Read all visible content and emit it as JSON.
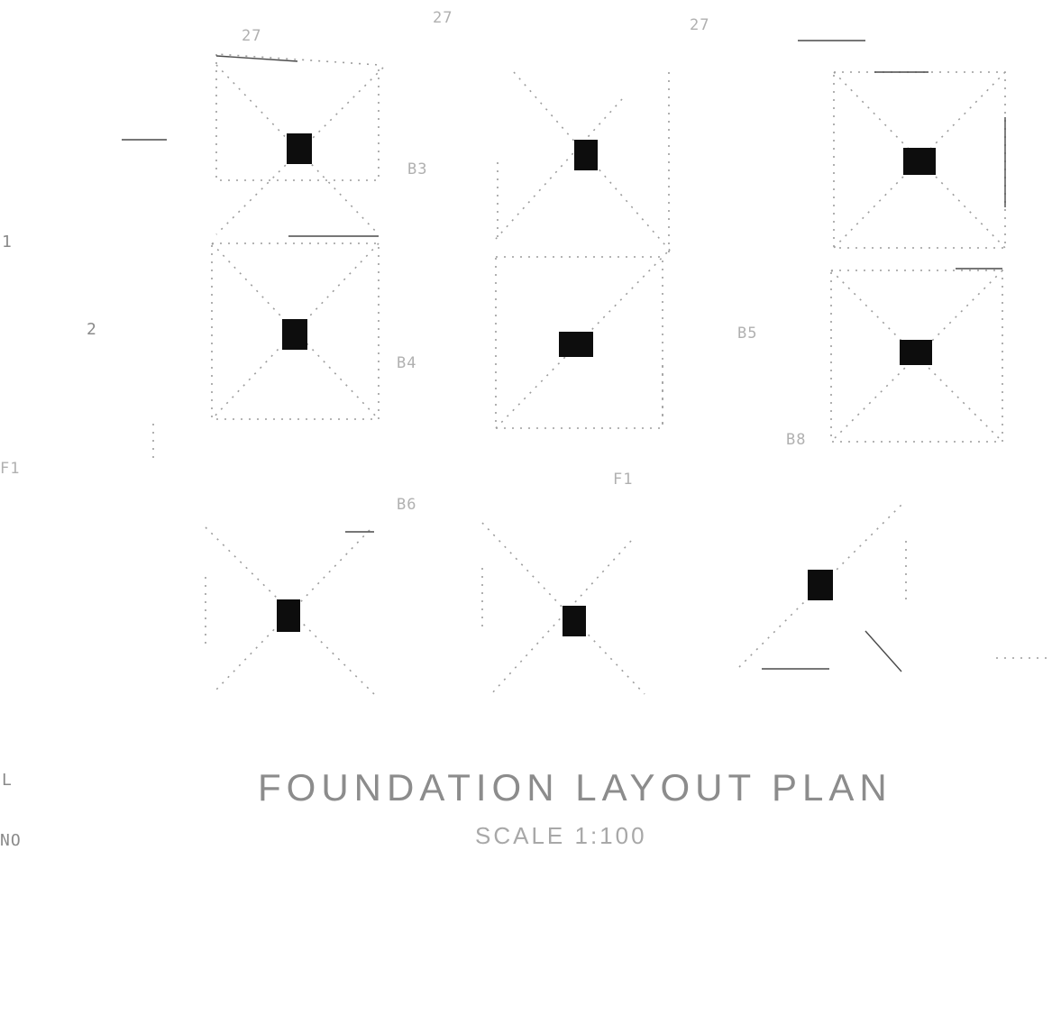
{
  "drawing": {
    "title": "FOUNDATION LAYOUT PLAN",
    "scale": "SCALE 1:100"
  },
  "labels": {
    "dim_top_1": "27",
    "dim_top_2": "27",
    "dim_top_3": "27",
    "tag_r1c2": "B3",
    "tag_r2c2": "B4",
    "tag_r2c3": "B5",
    "tag_r3c2": "B6",
    "tag_r3c3": "B8",
    "tag_left": "F1",
    "tag_mid": "F1",
    "edge_1": "1",
    "edge_2": "2",
    "edge_l": "L",
    "edge_no": "NO"
  },
  "colors": {
    "column": "#0d0d0d",
    "gridline": "#9c9c9c",
    "text": "#8c8c8c"
  }
}
